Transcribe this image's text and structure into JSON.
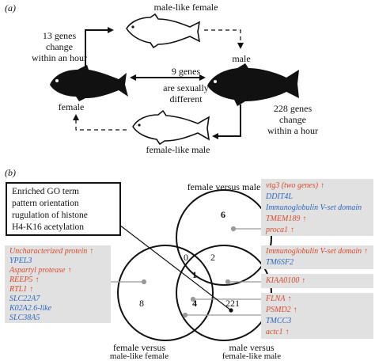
{
  "panel_a": {
    "label": "(a)",
    "male_like_female": "male-like female",
    "male": "male",
    "female": "female",
    "female_like_male": "female-like male",
    "left_genes": [
      "13 genes",
      "change",
      "within an hour"
    ],
    "right_genes": [
      "228 genes",
      "change",
      "within a hour"
    ],
    "center_genes": [
      "9 genes",
      "are sexually",
      "different"
    ]
  },
  "panel_b": {
    "label": "(b)",
    "go_box": [
      "Enriched GO term",
      "pattern orientation",
      "rugulation of histone",
      "H4-K16 acetylation"
    ],
    "circles": {
      "top": "female versus male",
      "left": [
        "female versus",
        "male-like female"
      ],
      "right": [
        "male versus",
        "female-like male"
      ]
    },
    "counts": {
      "top_only": "6",
      "left_top": "0",
      "right_top": "2",
      "center": "1",
      "left_only": "8",
      "left_right": "4",
      "right_only": "221"
    },
    "gene_boxes": {
      "top": [
        {
          "name": "vtg3 (two genes)",
          "status": "up"
        },
        {
          "name": "DDIT4L",
          "status": "neutral"
        },
        {
          "name": "Immunoglobulin V-set domain",
          "status": "neutral"
        },
        {
          "name": "TMEM189",
          "status": "up"
        },
        {
          "name": "proca1",
          "status": "up"
        }
      ],
      "right_top": [
        {
          "name": "Immunoglobulin V-set domain",
          "status": "up"
        },
        {
          "name": "TM6SF2",
          "status": "neutral"
        }
      ],
      "center": [
        {
          "name": "KIAA0100",
          "status": "up"
        }
      ],
      "left_right": [
        {
          "name": "FLNA",
          "status": "up"
        },
        {
          "name": "PSMD2",
          "status": "up"
        },
        {
          "name": "TMCC3",
          "status": "neutral"
        },
        {
          "name": "actc1",
          "status": "up"
        }
      ],
      "left": [
        {
          "name": "Uncharacterized protein",
          "status": "up"
        },
        {
          "name": "YPEL3",
          "status": "neutral"
        },
        {
          "name": "Aspartyl protease",
          "status": "up"
        },
        {
          "name": "REEP5",
          "status": "up"
        },
        {
          "name": "RTL1",
          "status": "up"
        },
        {
          "name": "SLC22A7",
          "status": "neutral"
        },
        {
          "name": "K02A2.6-like",
          "status": "neutral"
        },
        {
          "name": "SLC38A5",
          "status": "neutral"
        }
      ]
    },
    "up_arrow": "↑",
    "colors": {
      "up": "#d84a2a",
      "neutral": "#2e67c2",
      "box": "#e1e1e1"
    }
  }
}
